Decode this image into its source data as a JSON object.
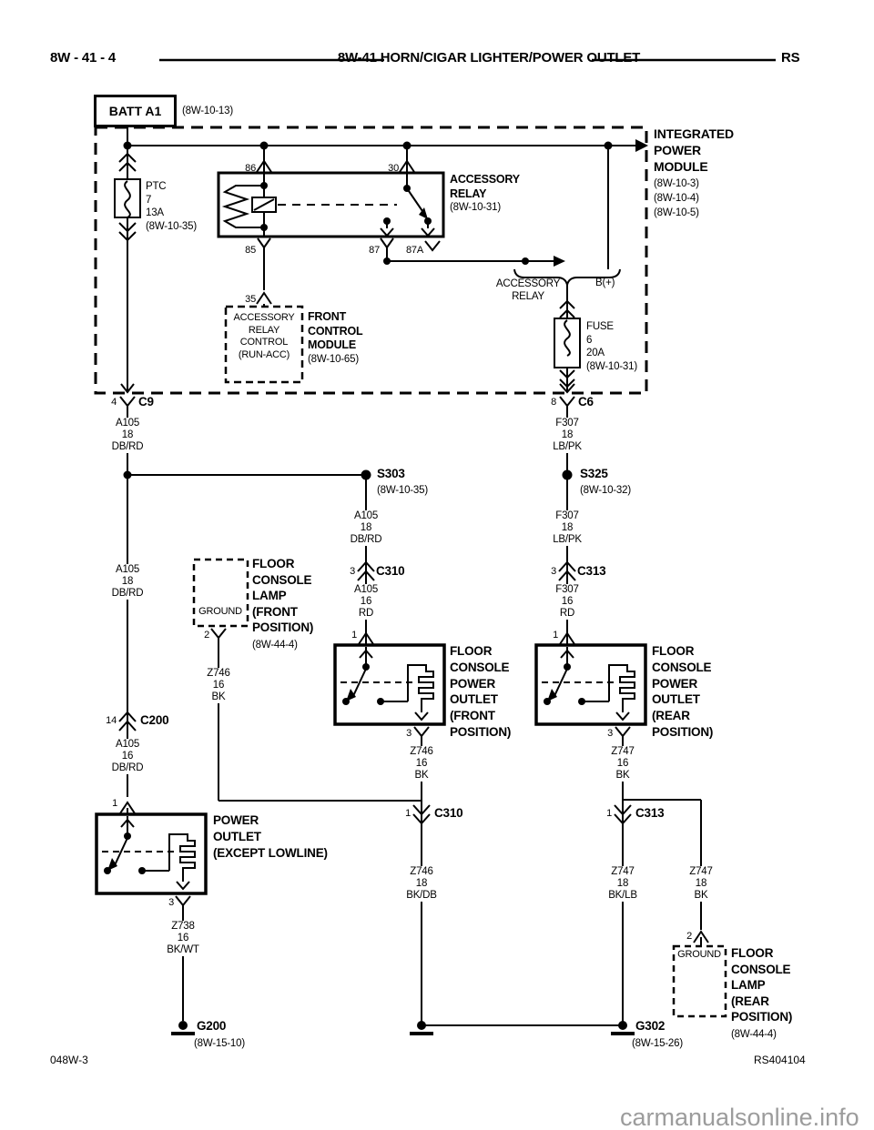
{
  "header": {
    "page": "8W - 41 - 4",
    "title": "8W-41 HORN/CIGAR LIGHTER/POWER OUTLET",
    "platform": "RS"
  },
  "footer": {
    "left": "048W-3",
    "right": "RS404104",
    "watermark": "carmanualsonline.info"
  },
  "diagram": {
    "batt": {
      "label": "BATT A1",
      "ref": "(8W-10-13)"
    },
    "ipm": {
      "title": "INTEGRATED\nPOWER\nMODULE",
      "refs": "(8W-10-3)\n(8W-10-4)\n(8W-10-5)"
    },
    "ptc": {
      "label": "PTC\n7\n13A\n(8W-10-35)"
    },
    "relay": {
      "label": "ACCESSORY\nRELAY",
      "ref": "(8W-10-31)",
      "pin86": "86",
      "pin30": "30",
      "pin85": "85",
      "pin87": "87",
      "pin87a": "87A"
    },
    "fcm": {
      "pin": "35",
      "box_label": "ACCESSORY\nRELAY\nCONTROL\n(RUN-ACC)",
      "label": "FRONT\nCONTROL\nMODULE",
      "ref": "(8W-10-65)"
    },
    "feed": {
      "left": "ACCESSORY\nRELAY",
      "right": "B(+)"
    },
    "fuse": {
      "label": "FUSE\n6\n20A\n(8W-10-31)"
    },
    "c9": {
      "pin": "4",
      "name": "C9"
    },
    "c6": {
      "pin": "8",
      "name": "C6"
    },
    "s303": {
      "name": "S303",
      "ref": "(8W-10-35)"
    },
    "s325": {
      "name": "S325",
      "ref": "(8W-10-32)"
    },
    "c310_top": {
      "pin": "3",
      "name": "C310"
    },
    "c313_top": {
      "pin": "3",
      "name": "C313"
    },
    "c310_bottom": {
      "pin": "1",
      "name": "C310"
    },
    "c313_bottom": {
      "pin": "1",
      "name": "C313"
    },
    "c200": {
      "pin": "14",
      "name": "C200"
    },
    "wires": {
      "a105_18": "A105\n18\nDB/RD",
      "a105_16_rd": "A105\n16\nRD",
      "a105_16_dbrd": "A105\n16\nDB/RD",
      "f307_18": "F307\n18\nLB/PK",
      "f307_16": "F307\n16\nRD",
      "z746_16": "Z746\n16\nBK",
      "z746_18": "Z746\n18\nBK/DB",
      "z747_16": "Z747\n16\nBK",
      "z747_18_bklb": "Z747\n18\nBK/LB",
      "z747_18_bk": "Z747\n18\nBK",
      "z738_16": "Z738\n16\nBK/WT"
    },
    "lamp_front": {
      "ground": "GROUND",
      "pin": "2",
      "label": "FLOOR\nCONSOLE\nLAMP\n(FRONT\nPOSITION)",
      "ref": "(8W-44-4)"
    },
    "lamp_rear": {
      "ground": "GROUND",
      "pin": "2",
      "label": "FLOOR\nCONSOLE\nLAMP\n(REAR\nPOSITION)",
      "ref": "(8W-44-4)"
    },
    "outlet_front": {
      "pin_in": "1",
      "pin_out": "3",
      "label": "FLOOR\nCONSOLE\nPOWER\nOUTLET\n(FRONT\nPOSITION)"
    },
    "outlet_rear": {
      "pin_in": "1",
      "pin_out": "3",
      "label": "FLOOR\nCONSOLE\nPOWER\nOUTLET\n(REAR\nPOSITION)"
    },
    "outlet_main": {
      "pin_in": "1",
      "pin_out": "3",
      "label": "POWER\nOUTLET\n(EXCEPT LOWLINE)"
    },
    "g200": {
      "name": "G200",
      "ref": "(8W-15-10)"
    },
    "g302": {
      "name": "G302",
      "ref": "(8W-15-26)"
    }
  }
}
